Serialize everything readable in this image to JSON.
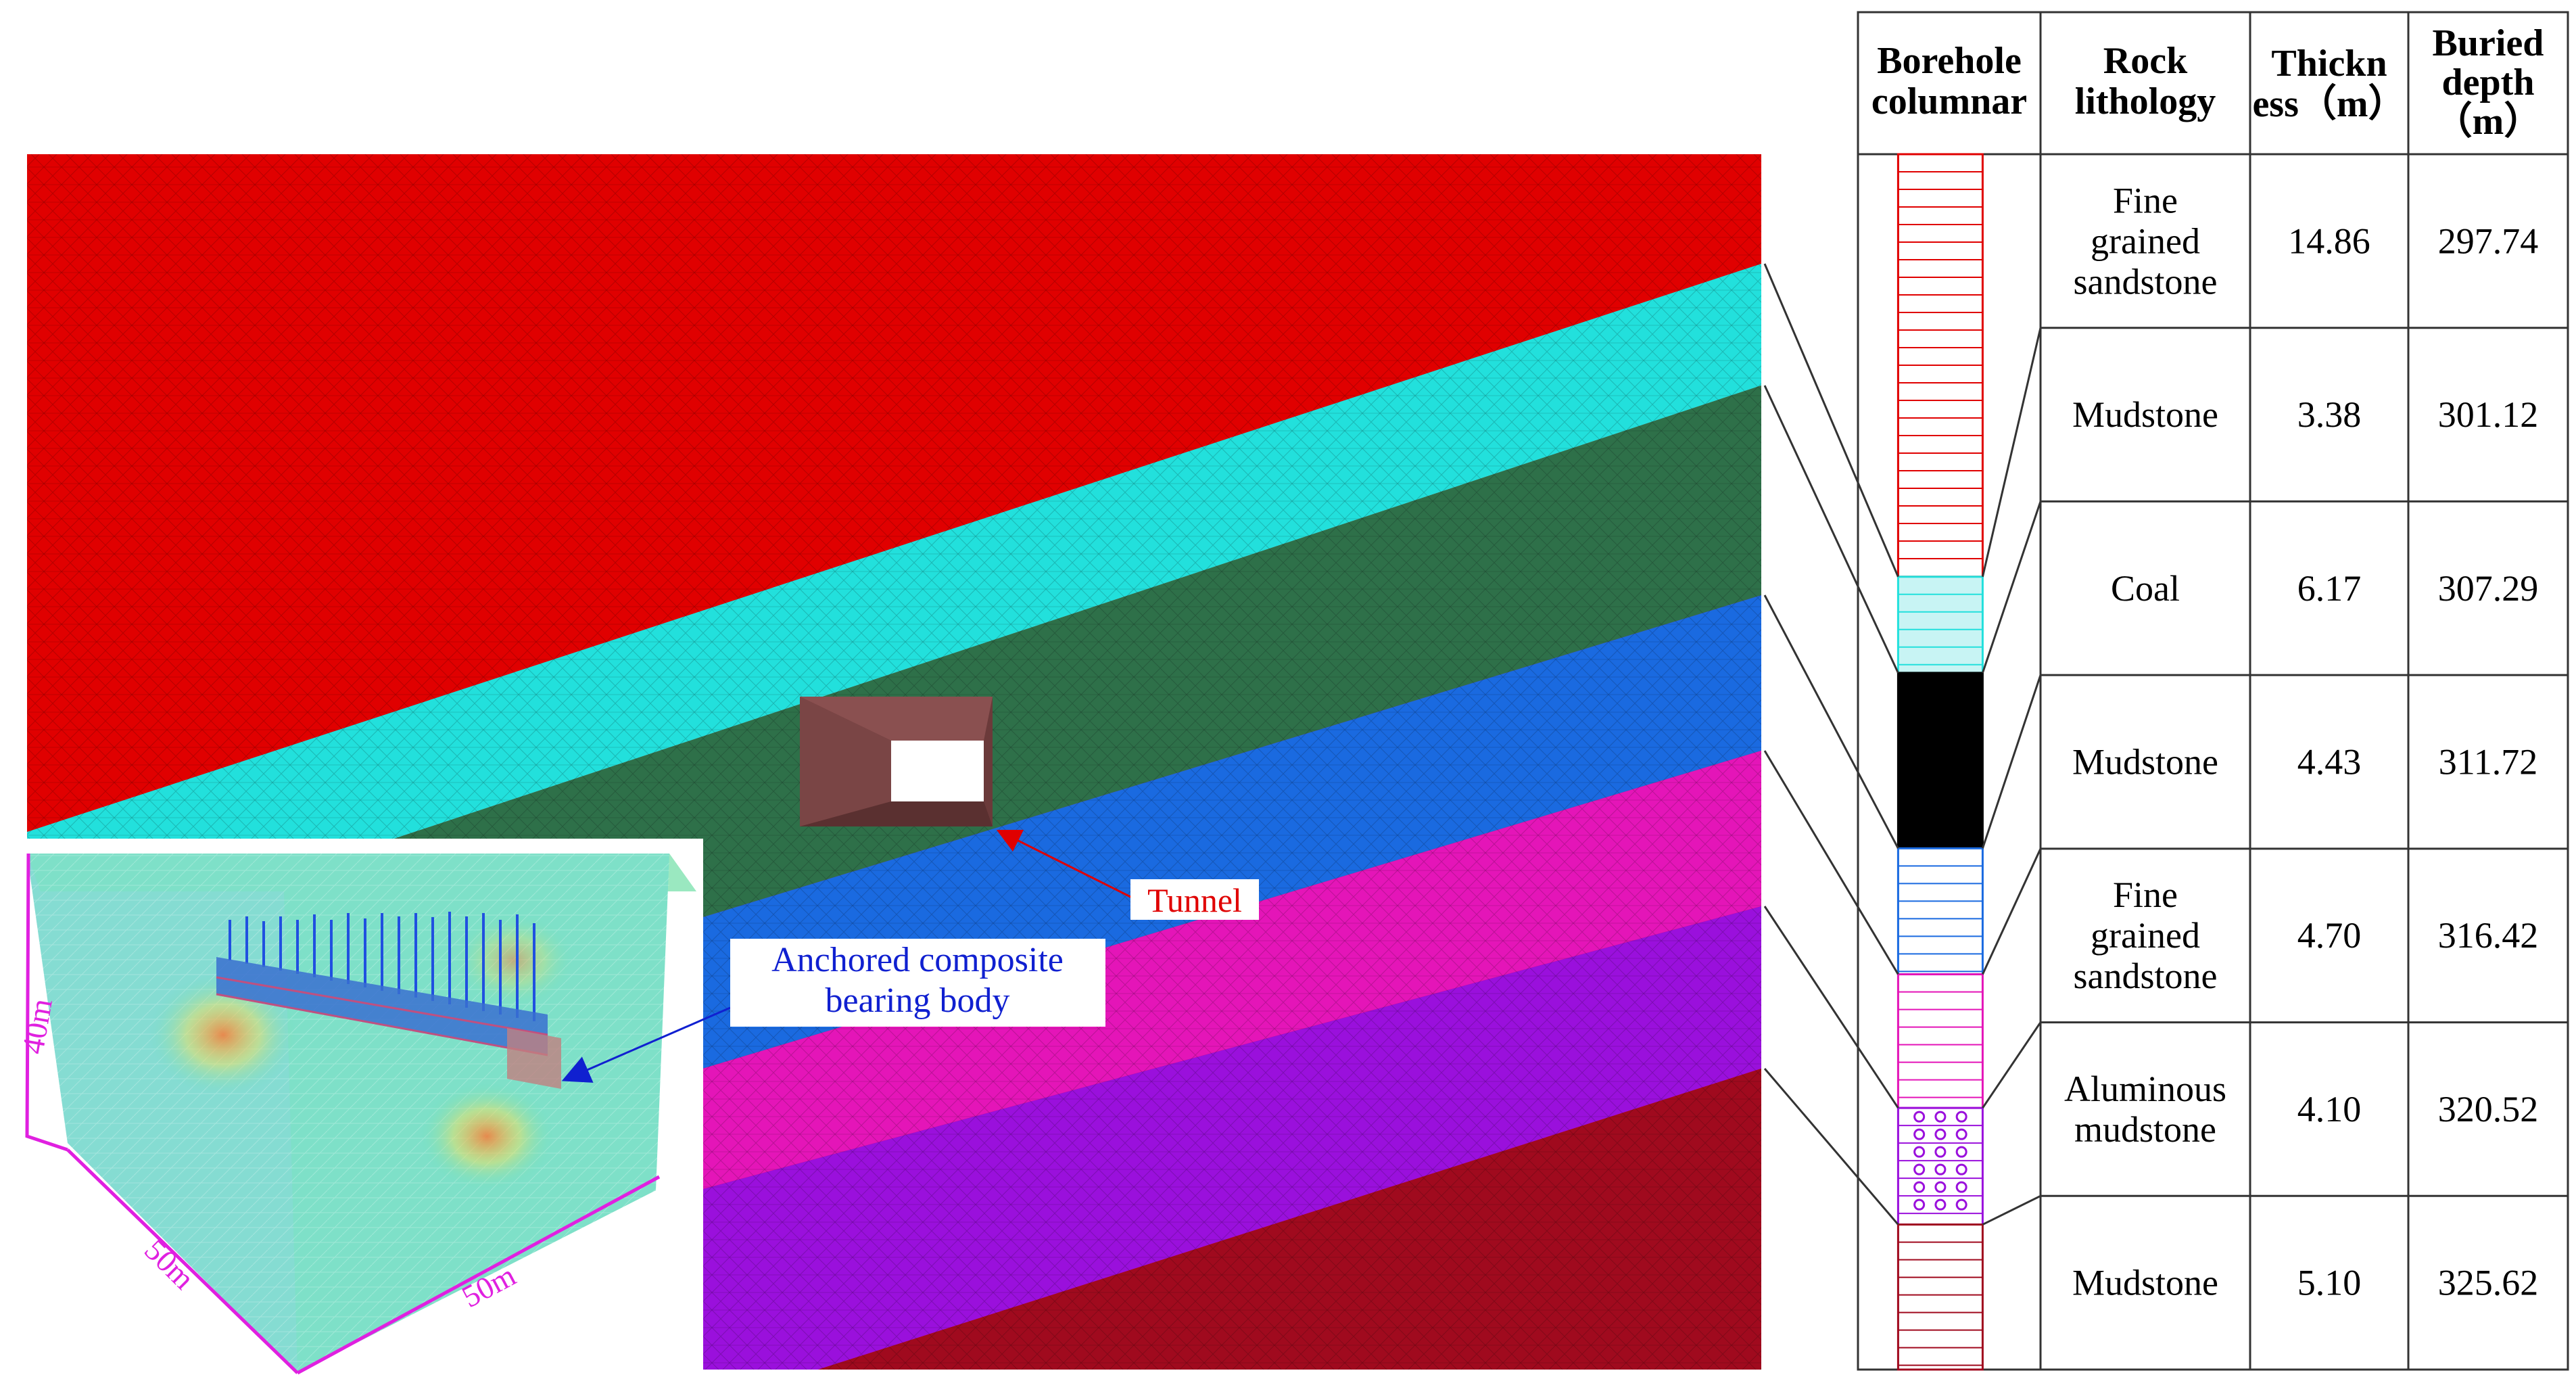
{
  "table": {
    "headers": {
      "col1": [
        "Borehole",
        "columnar"
      ],
      "col2": [
        "Rock",
        "lithology"
      ],
      "col3": [
        "Thickn",
        "ess（m）"
      ],
      "col4": [
        "Buried",
        "depth",
        "（m）"
      ]
    },
    "rows": [
      {
        "lithology": [
          "Fine",
          "grained",
          "sandstone"
        ],
        "thickness": "14.86",
        "depth": "297.74"
      },
      {
        "lithology": [
          "Mudstone"
        ],
        "thickness": "3.38",
        "depth": "301.12"
      },
      {
        "lithology": [
          "Coal"
        ],
        "thickness": "6.17",
        "depth": "307.29"
      },
      {
        "lithology": [
          "Mudstone"
        ],
        "thickness": "4.43",
        "depth": "311.72"
      },
      {
        "lithology": [
          "Fine",
          "grained",
          "sandstone"
        ],
        "thickness": "4.70",
        "depth": "316.42"
      },
      {
        "lithology": [
          "Aluminous",
          "mudstone"
        ],
        "thickness": "4.10",
        "depth": "320.52"
      },
      {
        "lithology": [
          "Mudstone"
        ],
        "thickness": "5.10",
        "depth": "325.62"
      }
    ]
  },
  "labels": {
    "tunnel": "Tunnel",
    "anchored": [
      "Anchored composite",
      "bearing body"
    ],
    "dim_height": "40m",
    "dim_depth": "50m",
    "dim_width": "50m"
  },
  "colors": {
    "fine_sandstone_top": "#e00000",
    "mudstone_1": "#22e0dc",
    "coal": "#2e7049",
    "mudstone_2": "#1a6ae0",
    "fine_sandstone_2": "#e415b8",
    "aluminous_mudstone": "#9a10dc",
    "mudstone_bottom": "#a00a1e",
    "tunnel_label": "#e00000",
    "anchored_label": "#1020d0",
    "dimension": "#e020e0"
  }
}
